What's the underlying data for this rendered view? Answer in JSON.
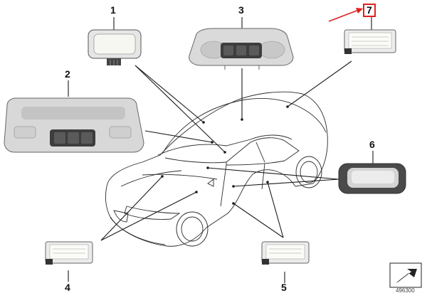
{
  "callouts": [
    {
      "id": "1",
      "label": "1"
    },
    {
      "id": "2",
      "label": "2"
    },
    {
      "id": "3",
      "label": "3"
    },
    {
      "id": "4",
      "label": "4"
    },
    {
      "id": "5",
      "label": "5"
    },
    {
      "id": "6",
      "label": "6"
    },
    {
      "id": "7",
      "label": "7",
      "highlighted": true
    }
  ],
  "document_number": "496300",
  "colors": {
    "highlight": "#e02020",
    "line": "#1a1a1a",
    "part_fill": "#d6d6d6",
    "part_dark": "#4a4a4a",
    "lamp_lens": "#f4f4f0"
  },
  "icons": {
    "corner_symbol": "arrow-down-left-icon"
  }
}
